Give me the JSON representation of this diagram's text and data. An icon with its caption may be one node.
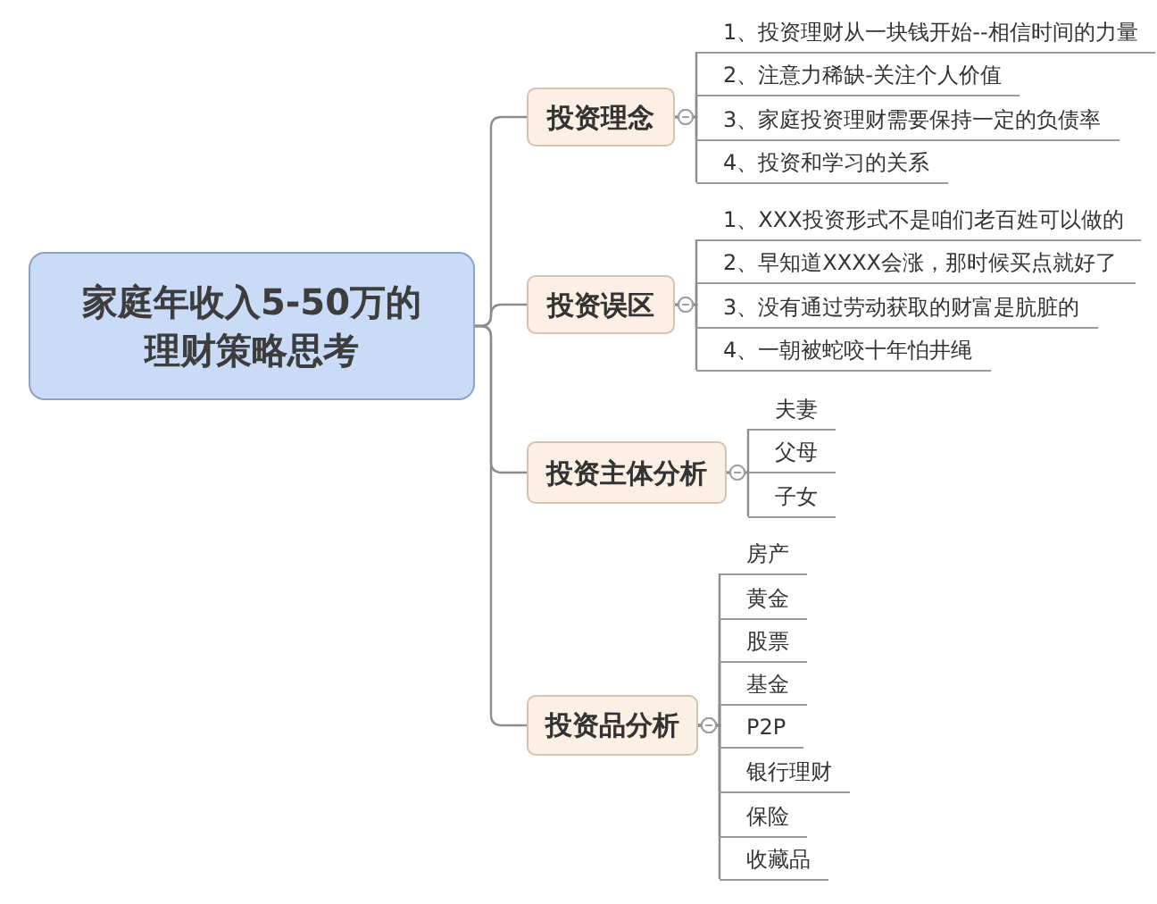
{
  "diagram": {
    "nodes": [
      {
        "text": [
          "家庭年收入5-50万的理财策略思考"
        ]
      },
      {
        "text": [
          "投资理念"
        ]
      },
      {
        "text": [
          "1、投资理财从一块钱开始--相信时间的力量"
        ]
      },
      {
        "text": [
          "2、注意力稀缺-关注个人价值"
        ]
      },
      {
        "text": [
          "3、家庭投资理财需要保持一定的负债率"
        ]
      },
      {
        "text": [
          "4、投资和学习的关系"
        ]
      },
      {
        "text": [
          "投资误区"
        ]
      },
      {
        "text": [
          "1、XXX投资形式不是咱们老百姓可以做的"
        ]
      },
      {
        "text": [
          "2、早知道XXXX会涨，那时候买点就好了"
        ]
      },
      {
        "text": [
          "3、没有通过劳动获取的财富是肮脏的"
        ]
      },
      {
        "text": [
          "4、一朝被蛇咬十年怕井绳"
        ]
      },
      {
        "text": [
          "投资主体分析"
        ]
      },
      {
        "text": [
          "夫妻"
        ]
      },
      {
        "text": [
          "父母"
        ]
      },
      {
        "text": [
          "子女"
        ]
      },
      {
        "text": [
          "投资品分析"
        ]
      },
      {
        "text": [
          "房产"
        ]
      },
      {
        "text": [
          "黄金"
        ]
      },
      {
        "text": [
          "股票"
        ]
      },
      {
        "text": [
          "基金"
        ]
      },
      {
        "text": [
          "P2P"
        ]
      },
      {
        "text": [
          "银行理财"
        ]
      },
      {
        "text": [
          "保险"
        ]
      },
      {
        "text": [
          "收藏品"
        ]
      }
    ],
    "edges": [
      {
        "from": 0,
        "to": 1,
        "arrow": "none"
      },
      {
        "from": 1,
        "to": 2,
        "arrow": "other"
      },
      {
        "from": 1,
        "to": 3,
        "arrow": "other"
      },
      {
        "from": 1,
        "to": 4,
        "arrow": "other"
      },
      {
        "from": 1,
        "to": 5,
        "arrow": "other"
      },
      {
        "from": 0,
        "to": 6,
        "arrow": "none"
      },
      {
        "from": 6,
        "to": 7,
        "arrow": "other"
      },
      {
        "from": 6,
        "to": 8,
        "arrow": "other"
      },
      {
        "from": 6,
        "to": 9,
        "arrow": "other"
      },
      {
        "from": 6,
        "to": 10,
        "arrow": "other"
      },
      {
        "from": 0,
        "to": 11,
        "arrow": "none"
      },
      {
        "from": 11,
        "to": 12,
        "arrow": "other"
      },
      {
        "from": 11,
        "to": 13,
        "arrow": "other"
      },
      {
        "from": 11,
        "to": 14,
        "arrow": "other"
      },
      {
        "from": 0,
        "to": 15,
        "arrow": "none"
      },
      {
        "from": 15,
        "to": 16,
        "arrow": "other"
      },
      {
        "from": 15,
        "to": 17,
        "arrow": "other"
      },
      {
        "from": 15,
        "to": 18,
        "arrow": "other"
      },
      {
        "from": 15,
        "to": 19,
        "arrow": "other"
      },
      {
        "from": 15,
        "to": 20,
        "arrow": "other"
      },
      {
        "from": 15,
        "to": 21,
        "arrow": "other"
      },
      {
        "from": 15,
        "to": 22,
        "arrow": "other"
      },
      {
        "from": 15,
        "to": 23,
        "arrow": "other"
      }
    ]
  }
}
